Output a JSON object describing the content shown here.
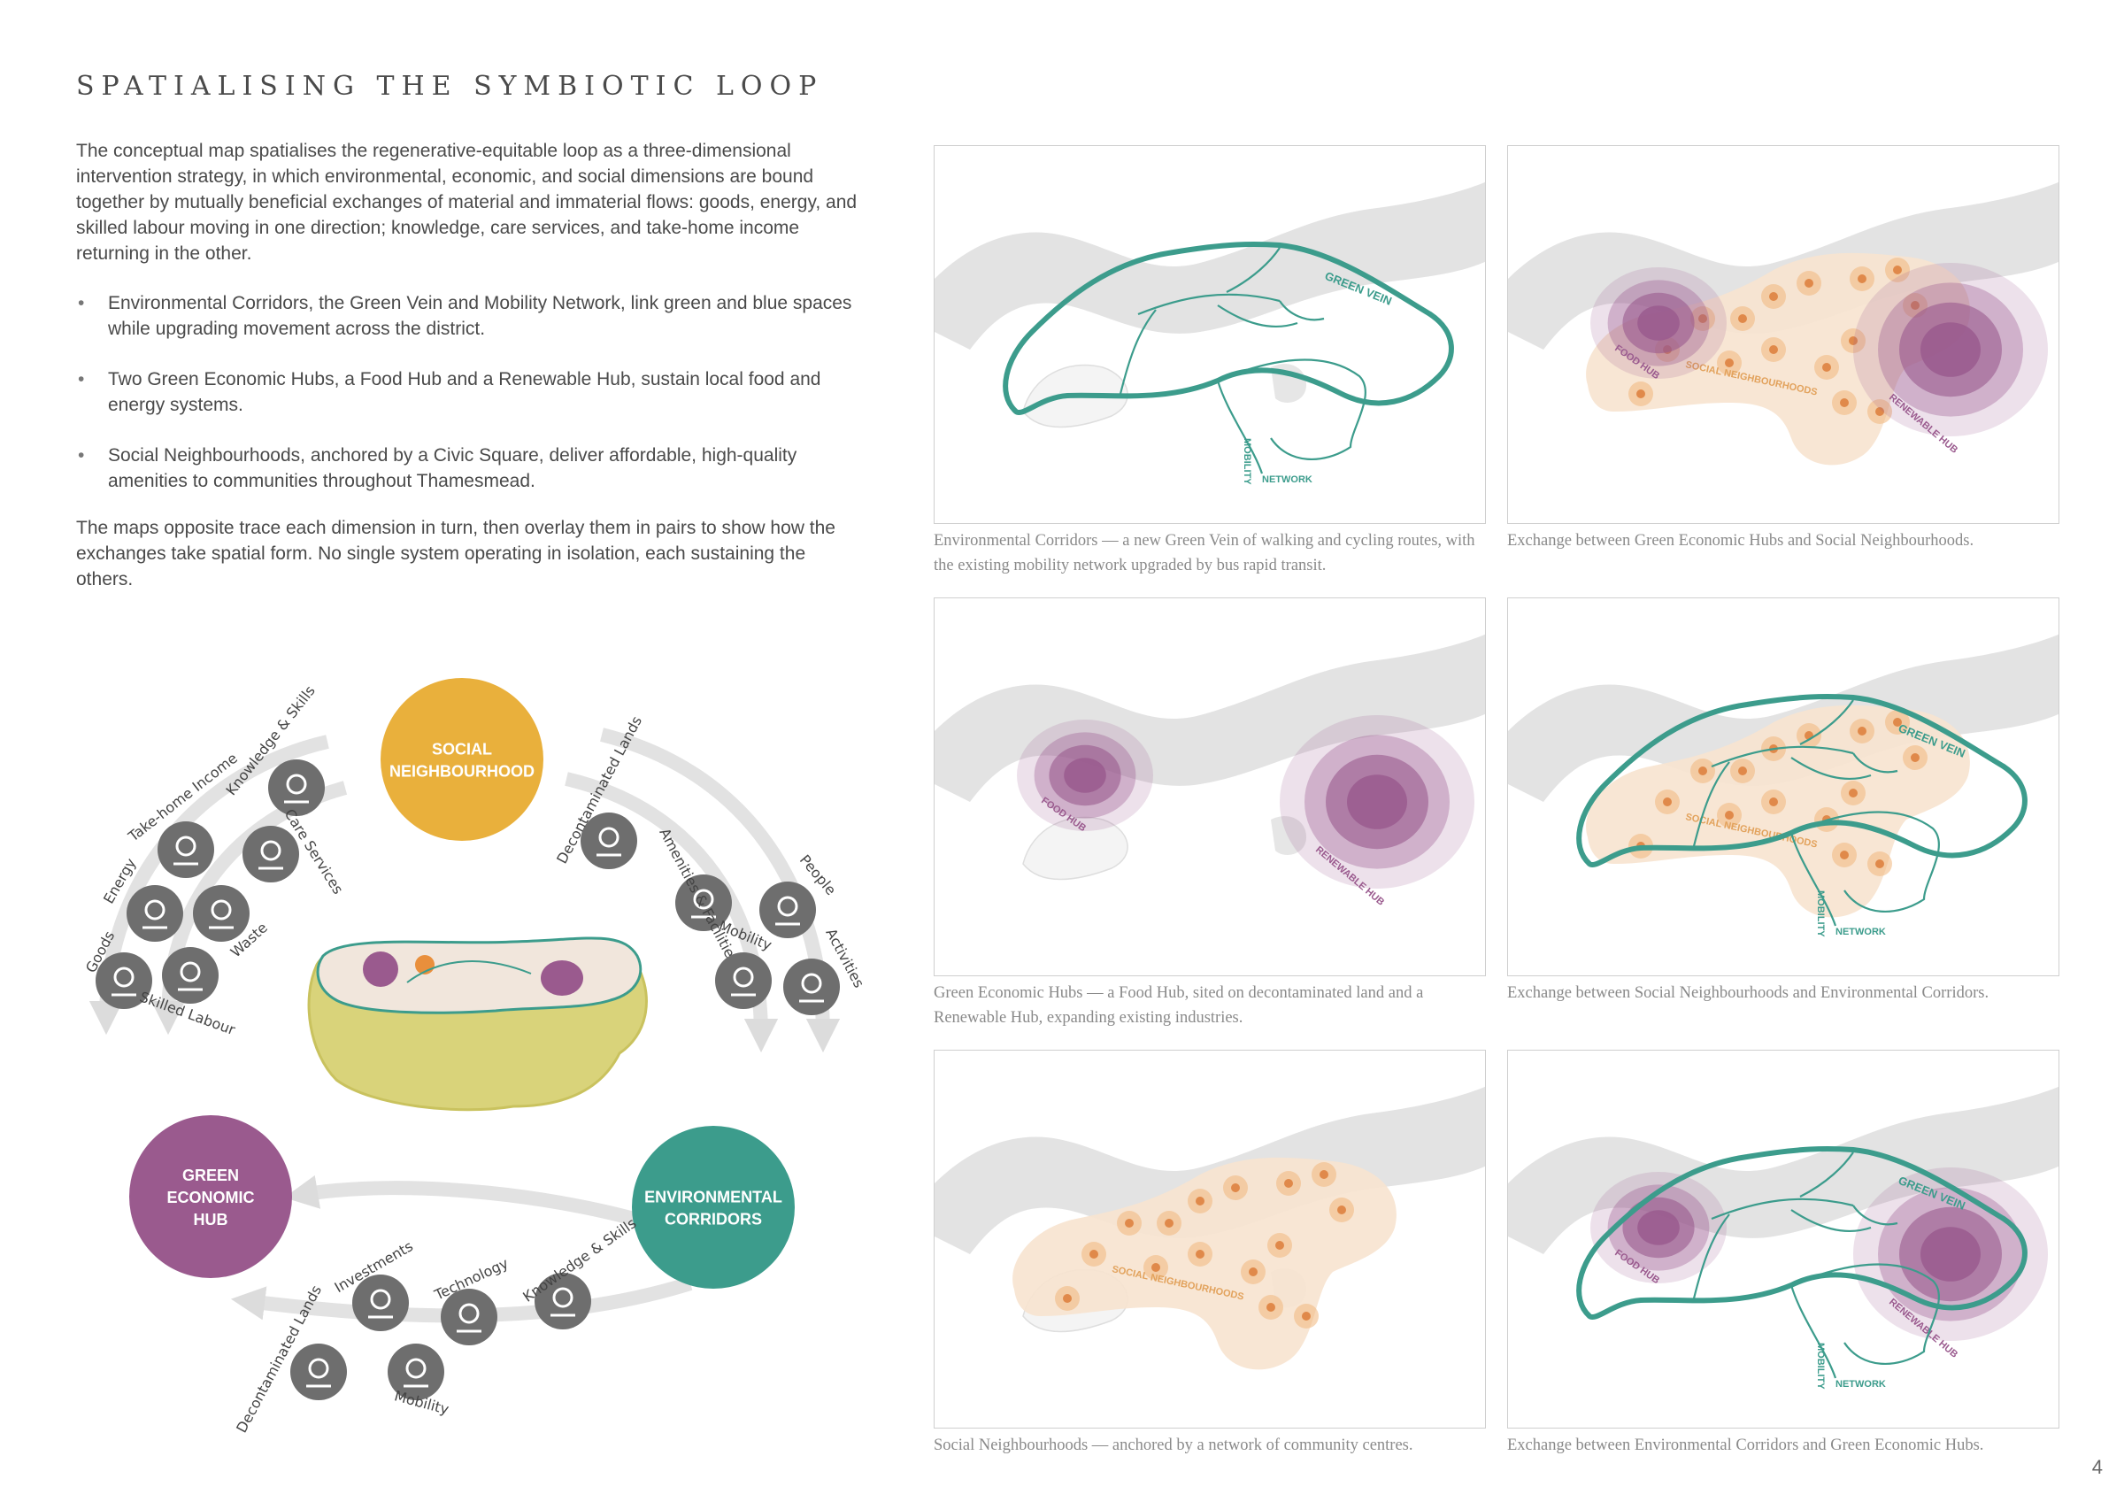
{
  "page": {
    "title": "SPATIALISING THE SYMBIOTIC LOOP",
    "intro": "The conceptual map spatialises the regenerative-equitable loop as a three-dimensional intervention strategy, in which environmental, economic, and social dimensions are bound together by mutually beneficial exchanges of material and immaterial flows: goods, energy, and skilled labour moving in one direction; knowledge, care services, and take-home income returning in the other.",
    "bullets": [
      "Environmental Corridors, the Green Vein and Mobility Network, link green and blue spaces while upgrading movement across the district.",
      "Two Green Economic Hubs, a Food Hub and a Renewable Hub, sustain local food and energy systems.",
      "Social Neighbourhoods, anchored by a Civic Square, deliver affordable, high-quality amenities to communities throughout Thamesmead."
    ],
    "closing": "The maps opposite trace each dimension in turn, then overlay them in pairs to show how the exchanges take spatial form. No single system operating in isolation, each sustaining the others.",
    "page_number": "4"
  },
  "diagram": {
    "nodes": {
      "social": [
        "SOCIAL",
        "NEIGHBOURHOOD"
      ],
      "economic": [
        "GREEN",
        "ECONOMIC",
        "HUB"
      ],
      "environmental": [
        "ENVIRONMENTAL",
        "CORRIDORS"
      ]
    },
    "flows": {
      "left": [
        "Knowledge & Skills",
        "Take-home Income",
        "Care Services",
        "Energy",
        "Waste",
        "Goods",
        "Skilled Labour"
      ],
      "right": [
        "Decontaminated Lands",
        "Amenities & Facilities",
        "People",
        "Mobility",
        "Activities"
      ],
      "bottom": [
        "Investments",
        "Technology",
        "Knowledge & Skills",
        "Decontaminated Lands",
        "Mobility"
      ]
    }
  },
  "map_labels": {
    "green_vein": "GREEN VEIN",
    "mobility": "MOBILITY",
    "network": "NETWORK",
    "food_hub": "FOOD HUB",
    "renewable_hub": "RENEWABLE HUB",
    "social_neighbourhoods": "SOCIAL NEIGHBOURHOODS"
  },
  "captions": {
    "environmental": "Environmental Corridors — a new Green Vein of walking and cycling routes, with the existing mobility network upgraded by bus rapid transit.",
    "hubs_social": "Exchange between Green Economic Hubs and Social Neighbourhoods.",
    "hubs": "Green Economic Hubs — a Food Hub, sited on decontaminated land and a Renewable Hub, expanding existing industries.",
    "social_env": "Exchange between Social Neighbourhoods and Environmental Corridors.",
    "social": "Social Neighbourhoods — anchored by a network of community centres.",
    "env_hubs": "Exchange between Environmental Corridors and Green Economic Hubs."
  },
  "colors": {
    "green": "#3c9c8c",
    "purple": "#9a5a8e",
    "orange": "#e9b03c",
    "peach": "#f7e3cf",
    "river": "#e3e3e3",
    "icon": "#6e6e6e"
  }
}
